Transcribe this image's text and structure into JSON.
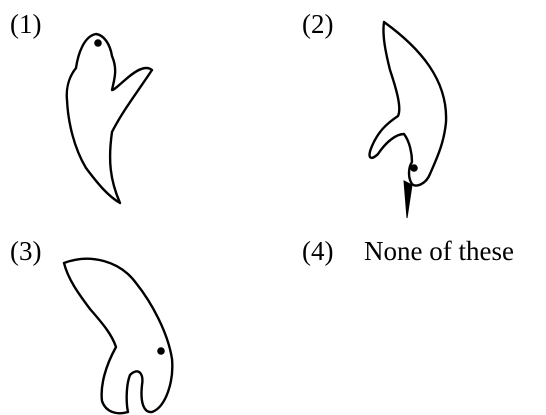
{
  "options": [
    {
      "number": "(1)",
      "figure": "bird-figure-1"
    },
    {
      "number": "(2)",
      "figure": "bird-figure-2"
    },
    {
      "number": "(3)",
      "figure": "bird-figure-3"
    },
    {
      "number": "(4)",
      "text": "None of these"
    }
  ],
  "colors": {
    "stroke": "#000000",
    "background": "#ffffff"
  }
}
